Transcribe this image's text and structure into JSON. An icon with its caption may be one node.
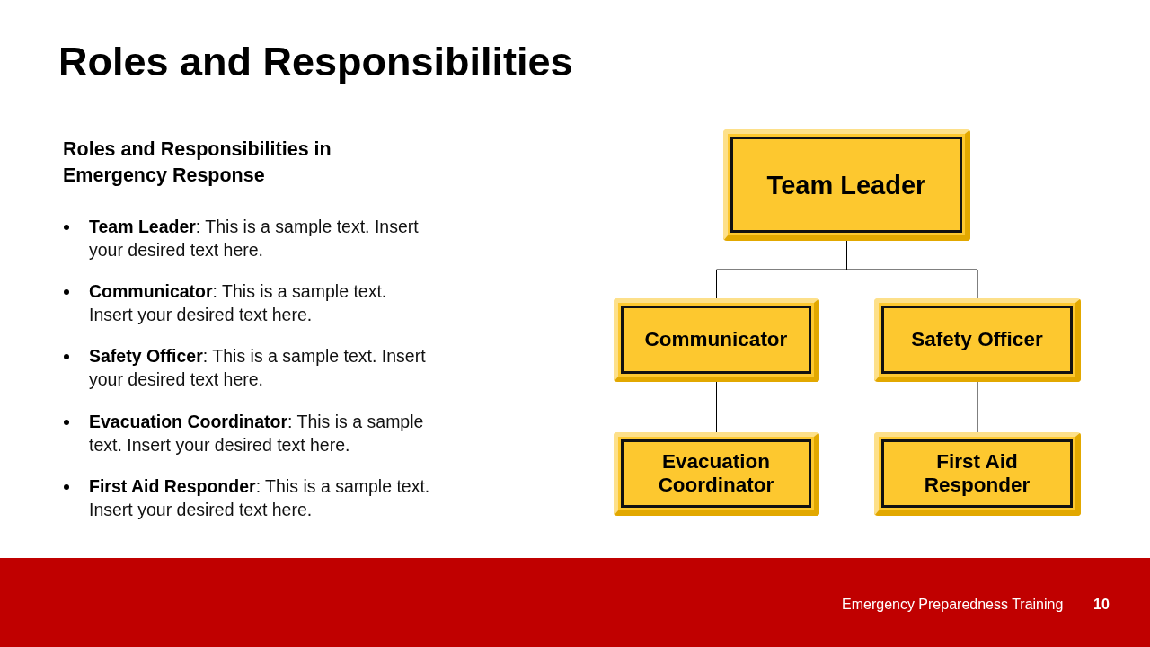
{
  "diagram": {
    "title": "Roles and Responsibilities",
    "nodes": [
      {
        "text": [
          "Team Leader"
        ]
      },
      {
        "text": [
          "Communicator"
        ]
      },
      {
        "text": [
          "Safety Officer"
        ]
      },
      {
        "text": [
          "Evacuation Coordinator"
        ]
      },
      {
        "text": [
          "First Aid Responder"
        ]
      }
    ],
    "edges": [
      {
        "from": 0,
        "to": 1,
        "arrow": "none"
      },
      {
        "from": 0,
        "to": 2,
        "arrow": "none"
      },
      {
        "from": 1,
        "to": 3,
        "arrow": "none"
      },
      {
        "from": 2,
        "to": 4,
        "arrow": "none"
      }
    ],
    "labels": [
      "Roles and Responsibilities in Emergency Response",
      "**Team Leader**: This is a sample text. Insert your desired text here.",
      "**Communicator**: This is a sample text. Insert your desired text here.",
      "**Safety Officer**: This is a sample text. Insert your desired text here.",
      "**Evacuation Coordinator**: This is a sample text. Insert your desired text here.",
      "**First Aid Responder**: This is a sample text. Insert your desired text here.",
      "Emergency Preparedness Training",
      "10"
    ]
  }
}
